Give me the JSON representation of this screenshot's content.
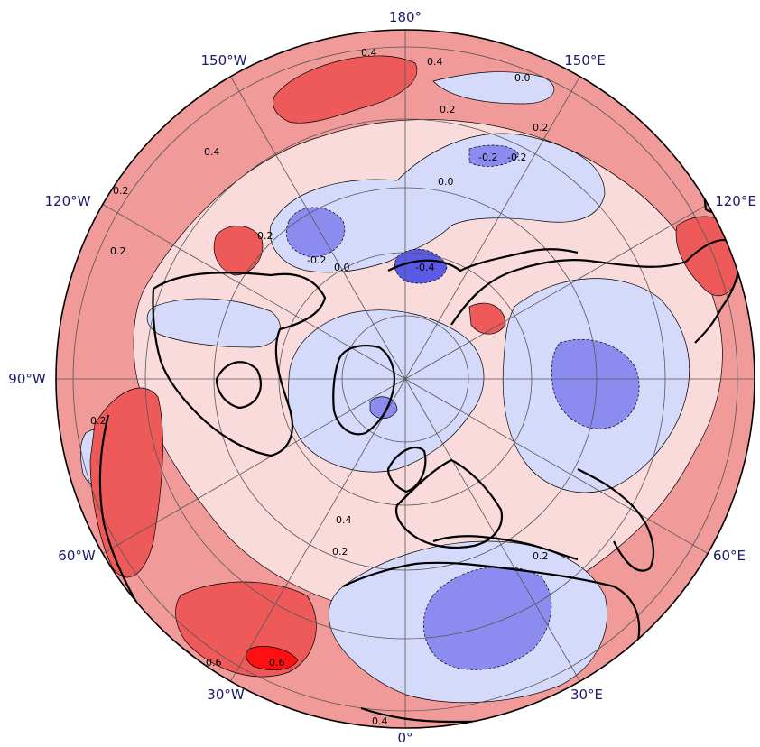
{
  "map": {
    "projection": "north-polar-stereographic",
    "colors": {
      "ocean_bg": "#f09a9a",
      "neg_strong": "#5a5ae6",
      "neg_mid": "#8c8cf0",
      "neg_light": "#d6dafa",
      "pos_light": "#fadbdb",
      "pos_mid": "#f09a9a",
      "pos_strong": "#ee5a5a",
      "pos_max": "#ff1010",
      "coast": "#000000",
      "grid": "#555555",
      "label": "#1a1a6e"
    },
    "longitude_labels": {
      "lon_180": "180°",
      "lon_150e": "150°E",
      "lon_120e": "120°E",
      "lon_90w": "90°W",
      "lon_60e": "60°E",
      "lon_30e": "30°E",
      "lon_0": "0°",
      "lon_30w": "30°W",
      "lon_60w": "60°W",
      "lon_120w": "120°W",
      "lon_150w": "150°W"
    },
    "contour_labels": {
      "c1": "0.4",
      "c2": "0.4",
      "c3": "0.2",
      "c4": "0.2",
      "c5": "0.4",
      "c6": "0.0",
      "c7": "0.2",
      "c8": "-0.2",
      "c9": "-0.2",
      "c10": "0.0",
      "c11": "0.2",
      "c12": "0.2",
      "c13": "0.2",
      "c14": "-0.2",
      "c15": "0.0",
      "c16": "-0.4",
      "c17": "0.4",
      "c18": "0.2",
      "c19": "0.2",
      "c20": "0.6",
      "c21": "0.6",
      "c22": "0.4"
    }
  }
}
